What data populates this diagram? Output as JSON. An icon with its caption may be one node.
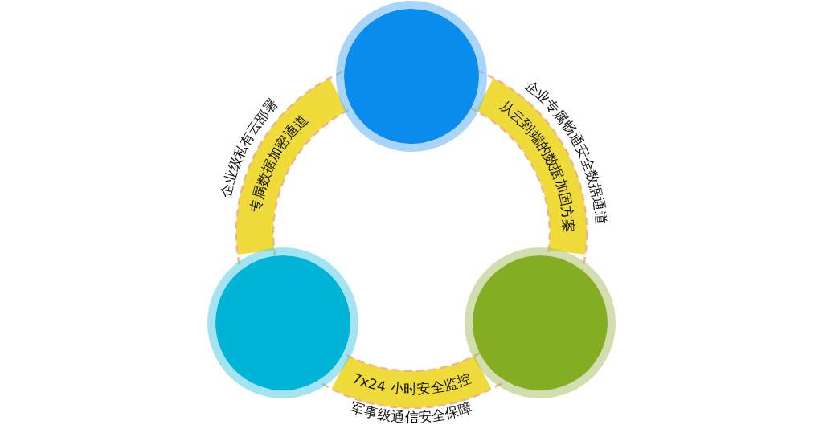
{
  "diagram": {
    "nodes": [
      {
        "text": [],
        "shape": "circle"
      },
      {
        "text": [],
        "shape": "circle"
      },
      {
        "text": [],
        "shape": "circle"
      }
    ],
    "edges": [
      {
        "from": 1,
        "to": 0,
        "arrow": "none",
        "label": "专属数据加密通道"
      },
      {
        "from": 0,
        "to": 2,
        "arrow": "none",
        "label": "从云到端的数据加固方案"
      },
      {
        "from": 2,
        "to": 1,
        "arrow": "none",
        "label": "7x24 小时安全监控"
      }
    ],
    "labels": [
      "企业级私有云部署",
      "企业专属畅通安全数据通道",
      "军事级通信安全保障"
    ]
  }
}
